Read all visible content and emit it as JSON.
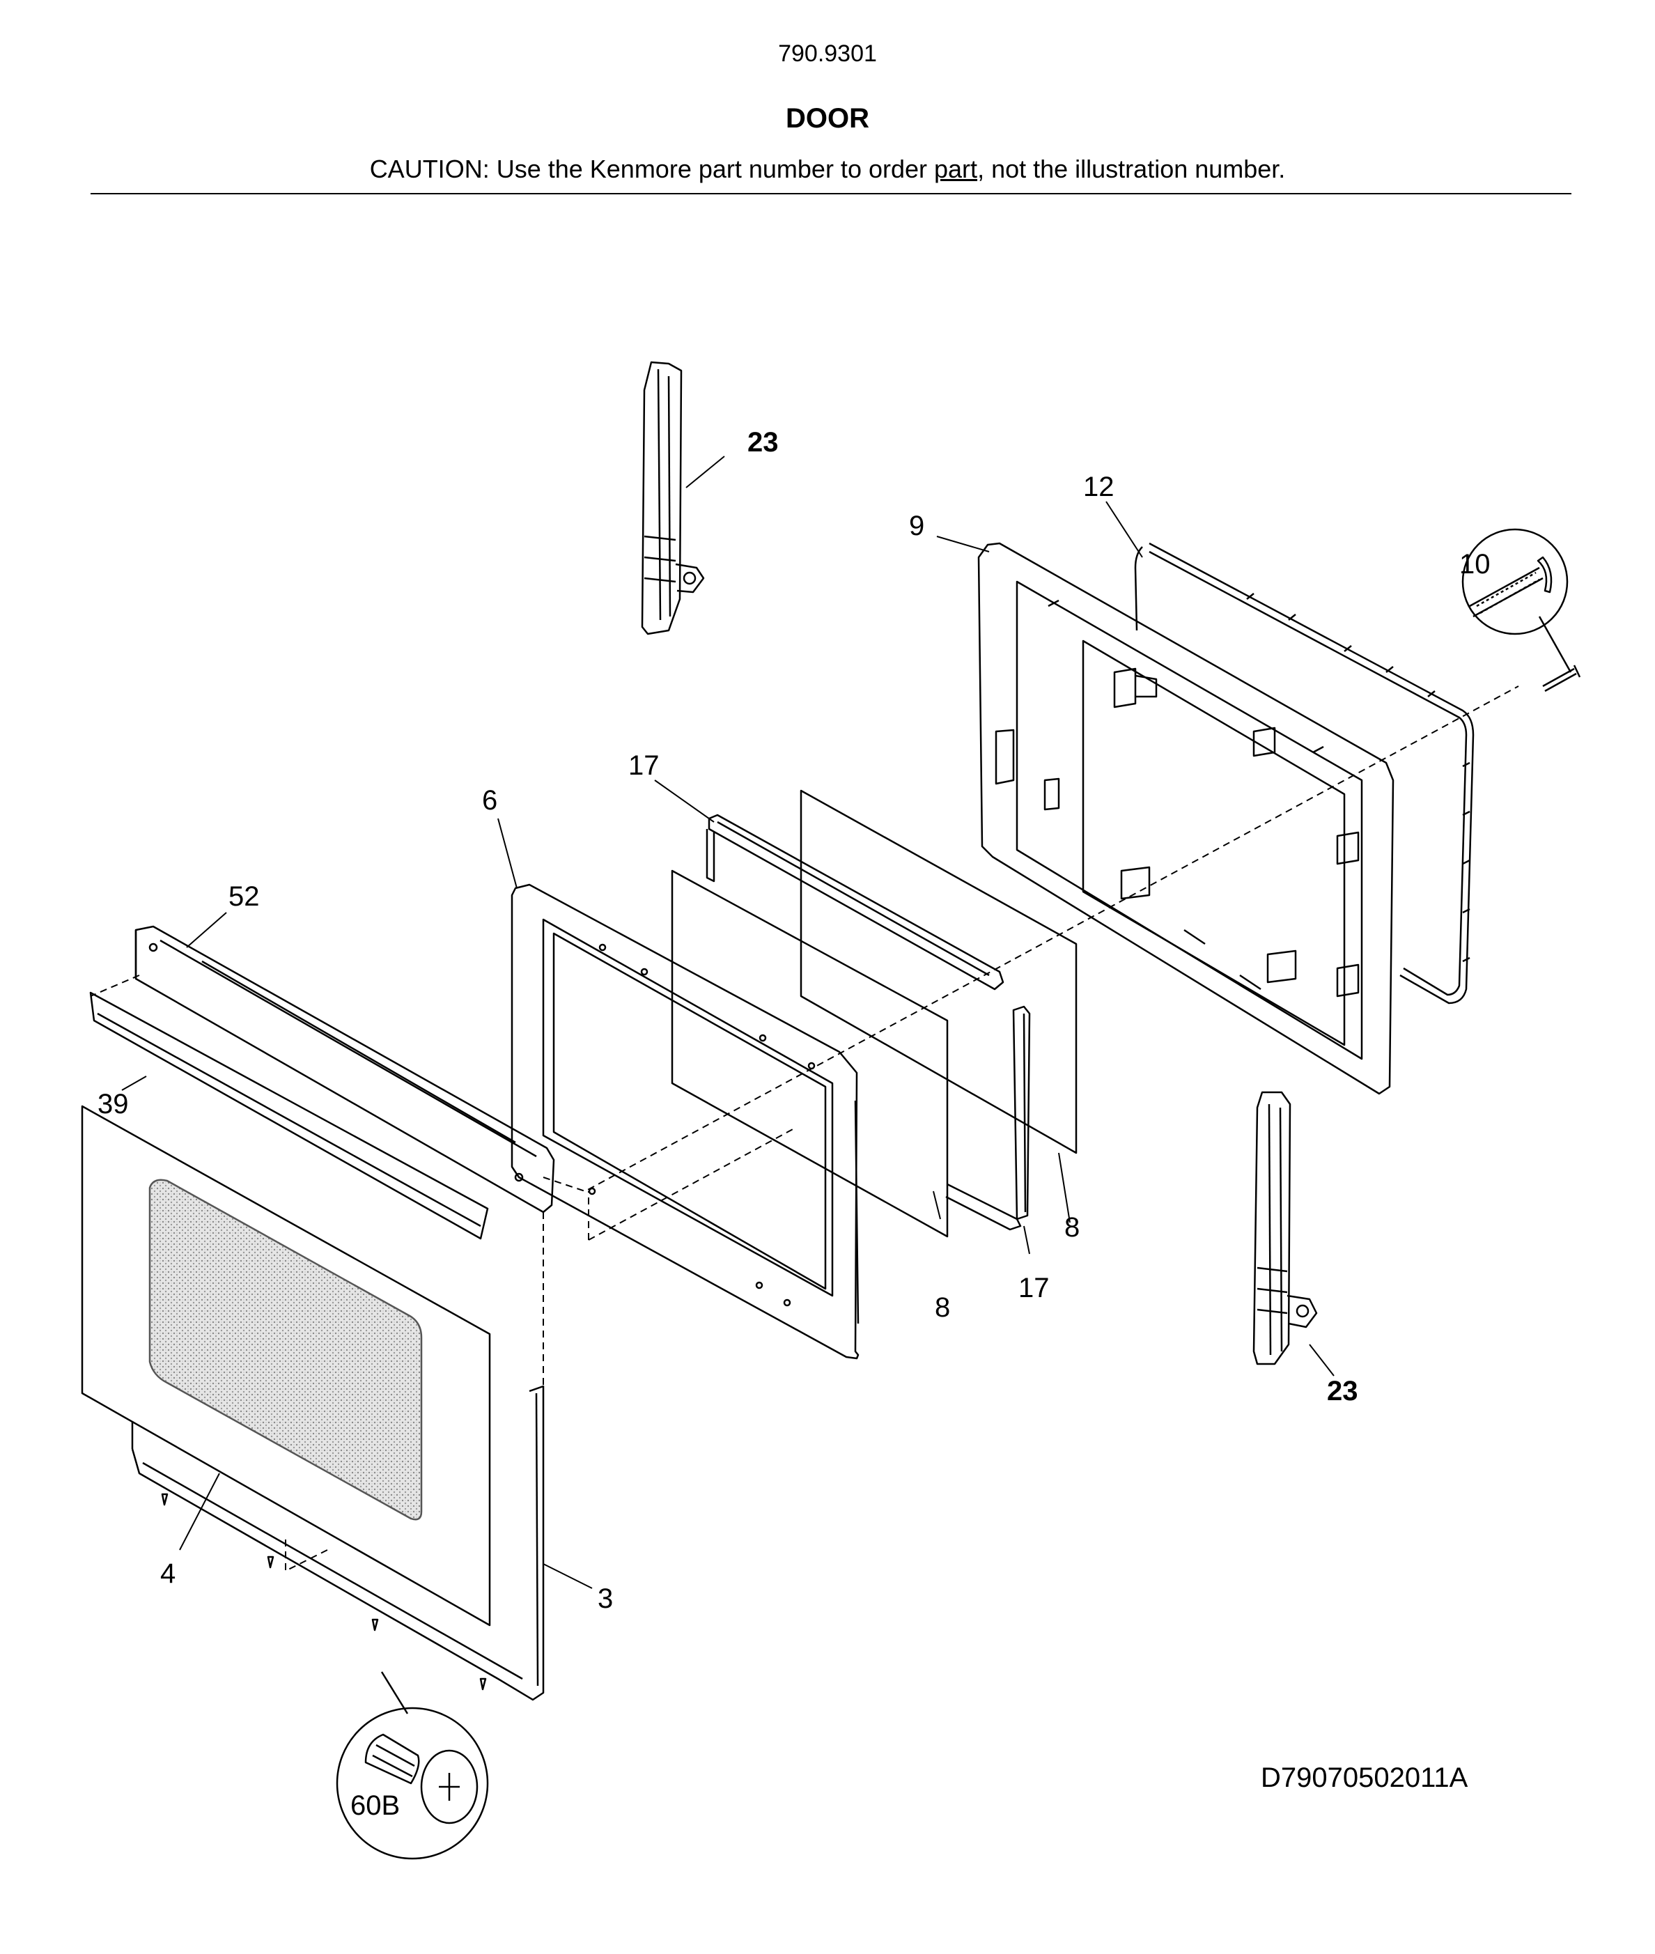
{
  "header": {
    "model_number": "790.9301",
    "title": "DOOR",
    "caution_prefix": "CAUTION: Use the Kenmore part number to order ",
    "caution_link": "part",
    "caution_suffix": ", not the illustration number."
  },
  "callouts": {
    "c23_top": "23",
    "c23_bottom": "23",
    "c12": "12",
    "c9": "9",
    "c10": "10",
    "c17_top": "17",
    "c17_bottom": "17",
    "c6": "6",
    "c52": "52",
    "c39": "39",
    "c8_left": "8",
    "c8_right": "8",
    "c4": "4",
    "c3": "3",
    "c60b": "60B"
  },
  "drawing_id": "D79070502011A"
}
